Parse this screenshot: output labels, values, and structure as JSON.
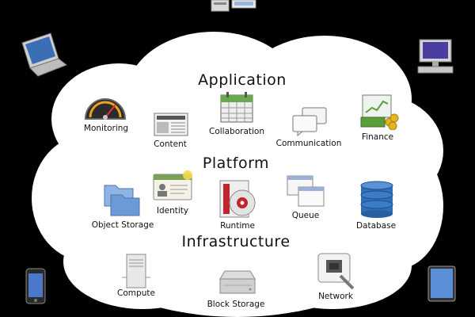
{
  "diagram": {
    "layers": {
      "application": "Application",
      "platform": "Platform",
      "infrastructure": "Infrastructure"
    },
    "services": {
      "monitoring": "Monitoring",
      "content": "Content",
      "collaboration": "Collaboration",
      "communication": "Communication",
      "finance": "Finance",
      "object_storage": "Object Storage",
      "identity": "Identity",
      "runtime": "Runtime",
      "queue": "Queue",
      "database": "Database",
      "compute": "Compute",
      "block_storage": "Block Storage",
      "network": "Network"
    },
    "devices": [
      "server",
      "laptop",
      "desktop",
      "phone",
      "tablet"
    ],
    "colors": {
      "background": "#000000",
      "cloud": "#ffffff",
      "text": "#111111",
      "folder_blue": "#6b9ad6",
      "database_blue": "#2f6fb8",
      "runtime_red": "#c0262d",
      "finance_green": "#5a9d3a",
      "gold": "#e6b422"
    }
  }
}
